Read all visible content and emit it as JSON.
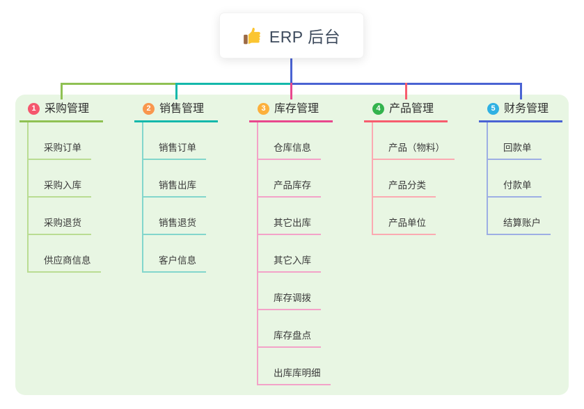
{
  "root": {
    "title": "ERP 后台",
    "icon": "thumbs-up-icon"
  },
  "colors": {
    "canvas_bg": "#ffffff",
    "panel_bg": "#e8f6e3",
    "trunk": "#4a63d3",
    "root_text": "#3d4a5c"
  },
  "branches": [
    {
      "badge": "1",
      "badge_color": "#f5576d",
      "line_color": "#8fc153",
      "child_line_color": "#b9dc92",
      "label": "采购管理",
      "children": [
        "采购订单",
        "采购入库",
        "采购退货",
        "供应商信息"
      ]
    },
    {
      "badge": "2",
      "badge_color": "#f9974e",
      "line_color": "#14b8ab",
      "child_line_color": "#82d6cc",
      "label": "销售管理",
      "children": [
        "销售订单",
        "销售出库",
        "销售退货",
        "客户信息"
      ]
    },
    {
      "badge": "3",
      "badge_color": "#fcb03c",
      "line_color": "#e8478d",
      "child_line_color": "#f3a2c8",
      "label": "库存管理",
      "children": [
        "仓库信息",
        "产品库存",
        "其它出库",
        "其它入库",
        "库存调拨",
        "库存盘点",
        "出库库明细"
      ]
    },
    {
      "badge": "4",
      "badge_color": "#33b34d",
      "line_color": "#f75c6e",
      "child_line_color": "#fbaab2",
      "label": "产品管理",
      "children": [
        "产品（物料）",
        "产品分类",
        "产品单位"
      ]
    },
    {
      "badge": "5",
      "badge_color": "#2fb1e3",
      "line_color": "#4a63d3",
      "child_line_color": "#9daee4",
      "label": "财务管理",
      "children": [
        "回款单",
        "付款单",
        "结算账户"
      ]
    }
  ]
}
